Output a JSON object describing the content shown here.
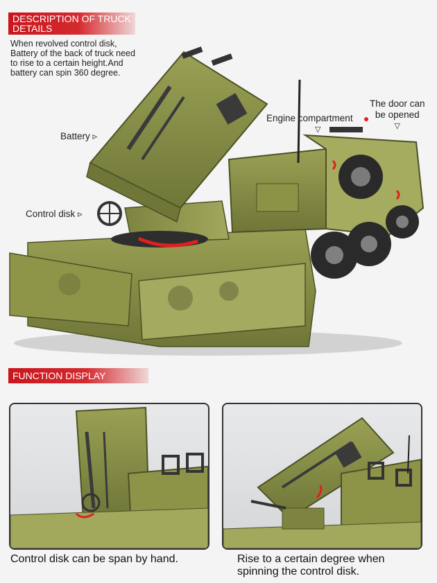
{
  "description": {
    "title": "DESCRIPTION OF TRUCK DETAILS",
    "title_line1": "DESCRIPTION OF TRUCK",
    "title_line2": "DETAILS",
    "text": "When revolved control disk, Battery of the back of truck need to rise to a certain height.And battery can spin 360 degree.",
    "text_lines": [
      "When revolved control disk,",
      "Battery of the back of truck need",
      "to rise to a certain height.And",
      "battery can spin 360 degree."
    ]
  },
  "labels": {
    "battery": "Battery ▹",
    "control_disk": "Control disk ▹",
    "engine": "Engine compartment",
    "engine_arrow": "▽",
    "door_line1": "The door can",
    "door_line2": "be opened",
    "door_arrow": "▽"
  },
  "function": {
    "title": "FUNCTION DISPLAY",
    "captions": [
      {
        "line1": "Control disk can be span by hand.",
        "line2": ""
      },
      {
        "line1": "Rise to a certain degree when",
        "line2": "spinning the control disk."
      }
    ]
  },
  "colors": {
    "banner_red": "#c8161d",
    "truck_olive": "#8d9448",
    "truck_olive_dark": "#6e7436",
    "tire_black": "#2a2a2a",
    "arrow_red": "#e0201f"
  }
}
